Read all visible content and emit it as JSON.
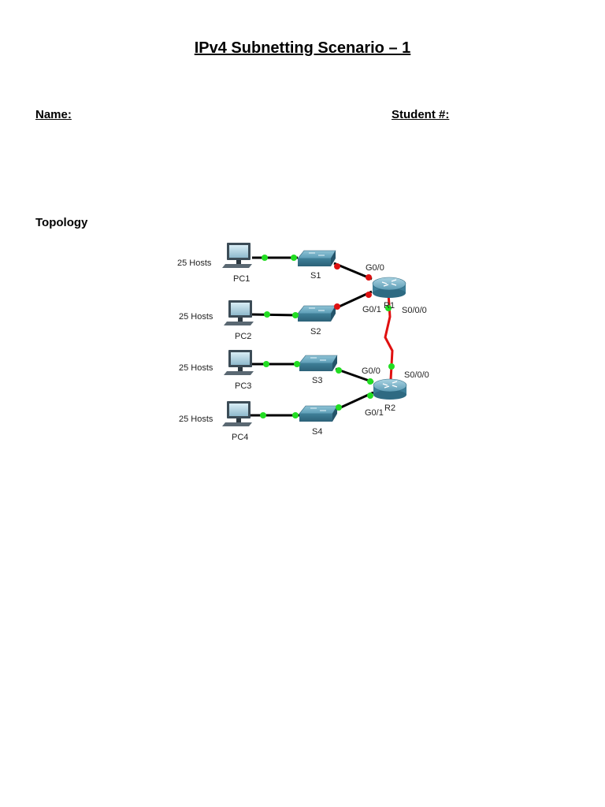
{
  "header": {
    "title": "IPv4 Subnetting Scenario – 1",
    "name_label": "Name:",
    "student_label": "Student #:"
  },
  "section": {
    "topology_heading": "Topology"
  },
  "topology": {
    "hosts_labels": [
      "25 Hosts",
      "25 Hosts",
      "25 Hosts",
      "25 Hosts"
    ],
    "pcs": [
      "PC1",
      "PC2",
      "PC3",
      "PC4"
    ],
    "switches": [
      "S1",
      "S2",
      "S3",
      "S4"
    ],
    "routers": [
      "R1",
      "R2"
    ],
    "interfaces": {
      "r1_g00": "G0/0",
      "r1_g01": "G0/1",
      "r1_s000": "S0/0/0",
      "r2_g00": "G0/0",
      "r2_g01": "G0/1",
      "r2_s000": "S0/0/0"
    },
    "colors": {
      "link": "#000000",
      "serial_link": "#e01010",
      "port_up": "#22dd22",
      "port_down": "#dd1111",
      "device": "#4d8fa8"
    }
  }
}
